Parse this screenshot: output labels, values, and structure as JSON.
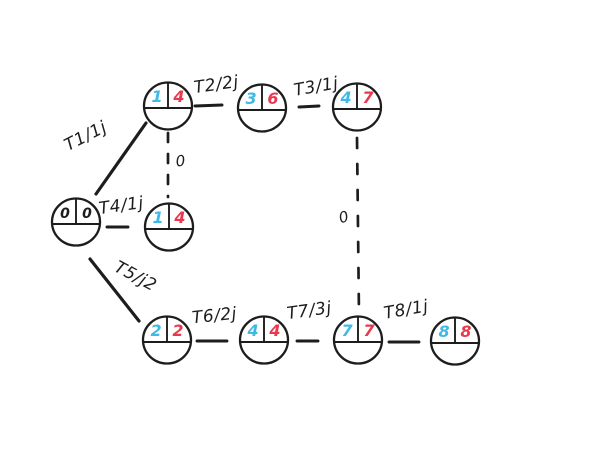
{
  "diagram": {
    "type": "activity-network-handdrawn",
    "palette": {
      "ink": "#1d1d1d",
      "early": "#3fb9e6",
      "late": "#e8394e",
      "background": "#ffffff"
    },
    "nodes": [
      {
        "id": "start",
        "early": "0",
        "late": "0"
      },
      {
        "id": "top-1",
        "early": "1",
        "late": "4"
      },
      {
        "id": "top-2",
        "early": "3",
        "late": "6"
      },
      {
        "id": "top-3",
        "early": "4",
        "late": "7"
      },
      {
        "id": "middle",
        "early": "1",
        "late": "4"
      },
      {
        "id": "bottom-1",
        "early": "2",
        "late": "2"
      },
      {
        "id": "bottom-2",
        "early": "4",
        "late": "4"
      },
      {
        "id": "bottom-3",
        "early": "7",
        "late": "7"
      },
      {
        "id": "bottom-4",
        "early": "8",
        "late": "8"
      }
    ],
    "tasks": [
      {
        "id": "T1",
        "label": "T1/1j"
      },
      {
        "id": "T2",
        "label": "T2/2j"
      },
      {
        "id": "T3",
        "label": "T3/1j"
      },
      {
        "id": "T4",
        "label": "T4/1j"
      },
      {
        "id": "T5",
        "label": "T5/j2"
      },
      {
        "id": "T6",
        "label": "T6/2j"
      },
      {
        "id": "T7",
        "label": "T7/3j"
      },
      {
        "id": "T8",
        "label": "T8/1j"
      }
    ],
    "slack_labels": [
      {
        "value": "0"
      },
      {
        "value": "0"
      }
    ]
  }
}
